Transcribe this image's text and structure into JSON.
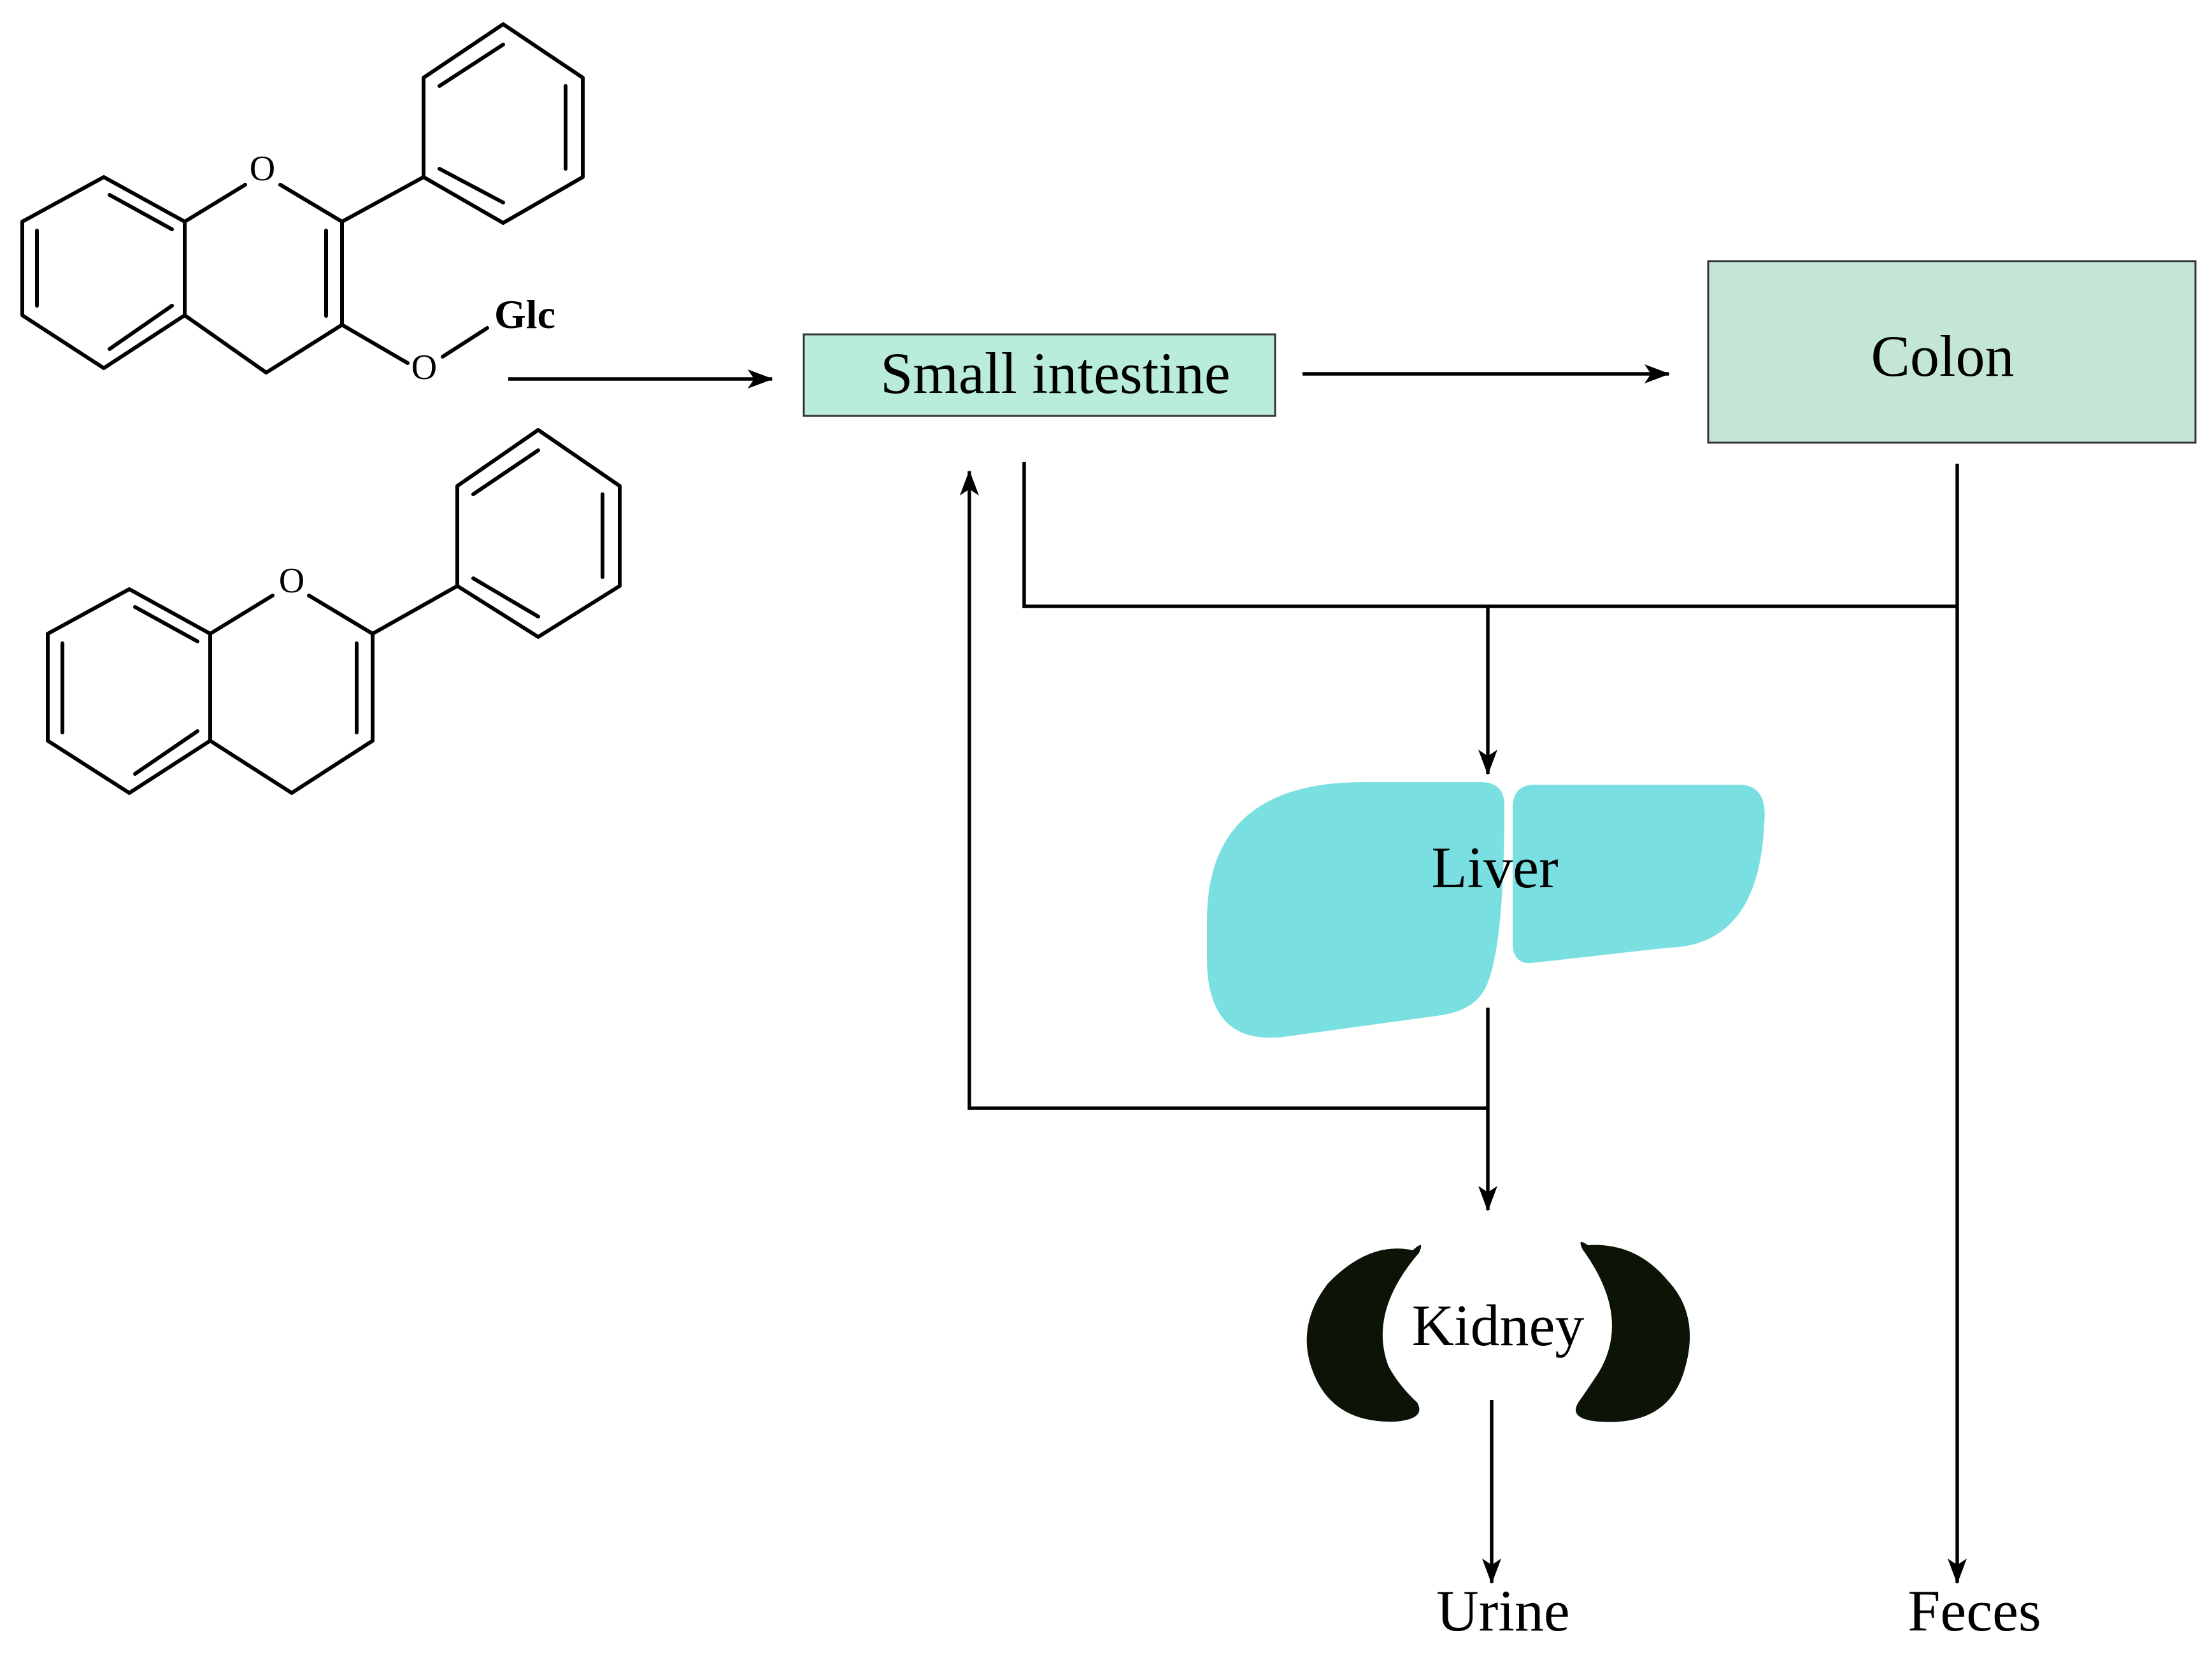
{
  "molecules": {
    "top": {
      "atom_o1": "O",
      "atom_o2": "O",
      "substituent": "Glc"
    },
    "bottom": {
      "atom_o1": "O"
    }
  },
  "nodes": {
    "small_intestine": {
      "label": "Small intestine",
      "fill": "#b9ecdd"
    },
    "colon": {
      "label": "Colon",
      "fill": "#c4e6d5"
    },
    "liver": {
      "label": "Liver",
      "fill": "#79dfe0"
    },
    "kidney": {
      "label": "Kidney",
      "fill": "#0b1407"
    },
    "urine": {
      "label": "Urine"
    },
    "feces": {
      "label": "Feces"
    }
  }
}
